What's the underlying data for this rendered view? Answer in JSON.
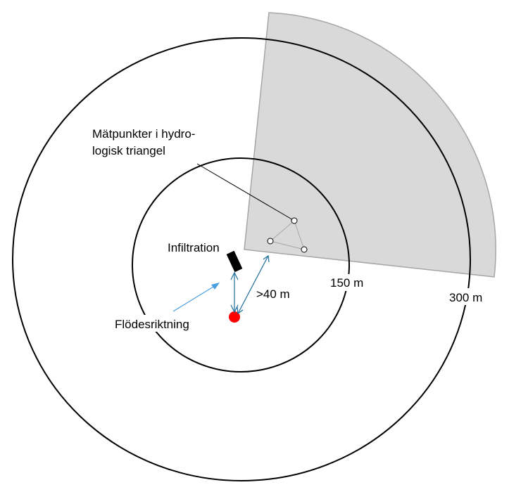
{
  "diagram": {
    "type": "protection-zone schematic",
    "labels": {
      "measurement_points_line1": "Mätpunkter i hydro-",
      "measurement_points_line2": "logisk triangel",
      "infiltration": "Infiltration",
      "flow_direction": "Flödesriktning",
      "distance": ">40 m",
      "inner_radius": "150 m",
      "outer_radius": "300 m"
    },
    "colors": {
      "sector_fill": "#d9d9d9",
      "sector_stroke": "#a6a6a6",
      "circle_stroke": "#000000",
      "distance_arrow": "#1f6e9a",
      "flow_arrow": "#4a9fe0",
      "well_point": "#ff0000",
      "infiltration_block": "#000000",
      "triangle_stroke": "#a6a6a6"
    },
    "elements": {
      "circles": [
        {
          "name": "inner",
          "radius_label": "150 m"
        },
        {
          "name": "outer",
          "radius_label": "300 m"
        }
      ],
      "measurement_points": 3
    }
  }
}
